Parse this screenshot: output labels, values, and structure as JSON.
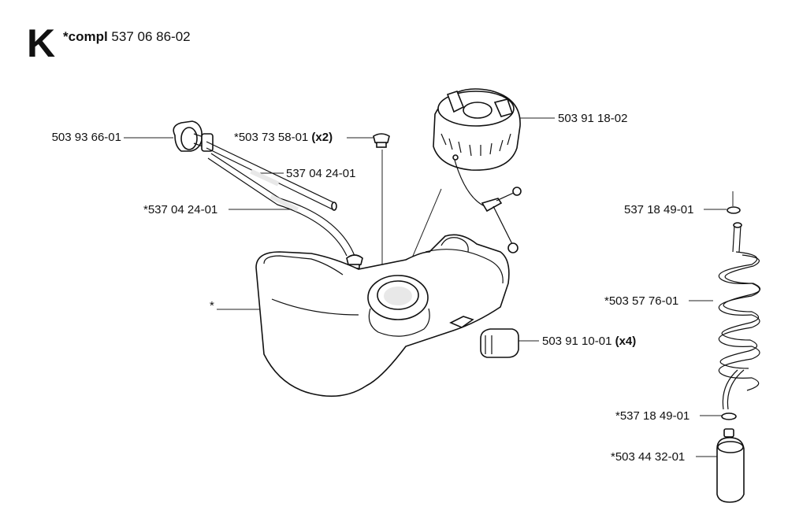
{
  "diagram": {
    "section_letter": "K",
    "header": {
      "prefix": "*compl",
      "number": "537 06 86-02"
    },
    "labels": {
      "fuel_pump_bulb": "503 93 66-01",
      "grommet": "*503 73 58-01",
      "grommet_qty": "(x2)",
      "fuel_cap": "503 91 18-02",
      "fuel_hose_1": "537 04 24-01",
      "fuel_hose_2": "*537 04 24-01",
      "tank": "*",
      "rubber_mount": "503 91 10-01",
      "rubber_mount_qty": "(x4)",
      "o_ring_top": "537 18 49-01",
      "spiral_hose": "*503 57 76-01",
      "o_ring_bottom": "*537 18 49-01",
      "fuel_filter": "*503 44 32-01"
    }
  }
}
